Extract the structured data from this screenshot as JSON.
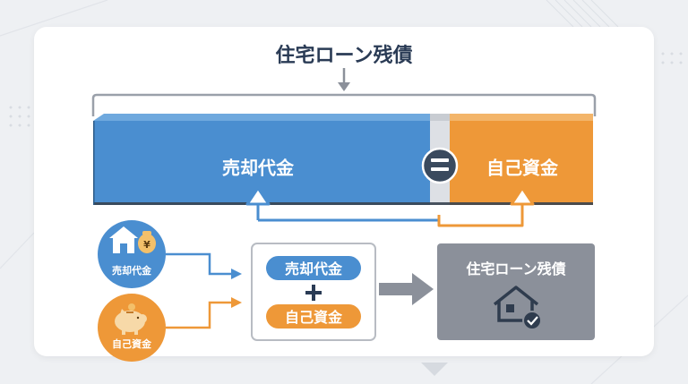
{
  "title": "住宅ローン残債",
  "bar": {
    "left_label": "売却代金",
    "right_label": "自己資金",
    "equals": "="
  },
  "sources": [
    {
      "label": "売却代金",
      "icon": "house-money-icon",
      "color": "#4a8ed0"
    },
    {
      "label": "自己資金",
      "icon": "piggy-bank-icon",
      "color": "#ee9838"
    }
  ],
  "sum_box": {
    "top_pill": "売却代金",
    "plus": "+",
    "bottom_pill": "自己資金"
  },
  "result_box": {
    "label": "住宅ローン残債",
    "icon": "house-check-icon"
  },
  "colors": {
    "blue": "#4a8ed0",
    "orange": "#ee9838",
    "gray": "#8b909a",
    "navy": "#2a3b55"
  }
}
